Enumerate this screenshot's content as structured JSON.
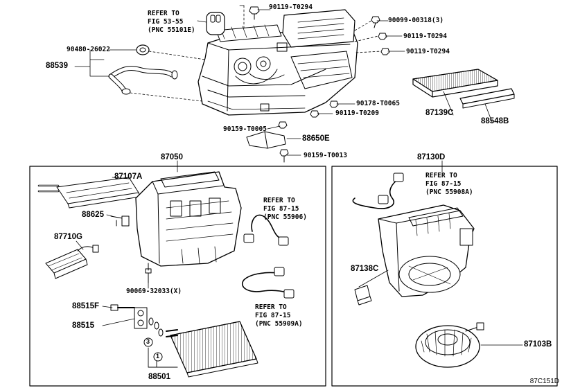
{
  "refs": {
    "ref_55101E": [
      "REFER TO",
      "FIG 53-55",
      "(PNC 55101E)"
    ],
    "ref_55908A": [
      "REFER TO",
      "FIG 87-15",
      "(PNC 55908A)"
    ],
    "ref_55906": [
      "REFER TO",
      "FIG 87-15",
      "(PNC 55906)"
    ],
    "ref_55909A": [
      "REFER TO",
      "FIG 87-15",
      "(PNC 55909A)"
    ]
  },
  "labels": {
    "p90119_T0294_top": "90119-T0294",
    "p90099_00318": "90099-00318(3)",
    "p90119_T0294_b": "90119-T0294",
    "p90119_T0294_c": "90119-T0294",
    "p90480_26022": "90480-26022",
    "p88539": "88539",
    "p90178_T0065": "90178-T0065",
    "p90119_T0209": "90119-T0209",
    "p87139C": "87139C",
    "p88548B": "88548B",
    "p90159_T0005": "90159-T0005",
    "p88650E": "88650E",
    "p90159_T0013": "90159-T0013",
    "p87050": "87050",
    "p87130D": "87130D",
    "p87107A": "87107A",
    "p88625": "88625",
    "p87710G": "87710G",
    "p90069_32033": "90069-32033(X)",
    "p88515F": "88515F",
    "p88515": "88515",
    "p88501": "88501",
    "p87138C": "87138C",
    "p87103B": "87103B",
    "circle_3": "3",
    "circle_1": "1"
  },
  "figure_code": "87C151D"
}
